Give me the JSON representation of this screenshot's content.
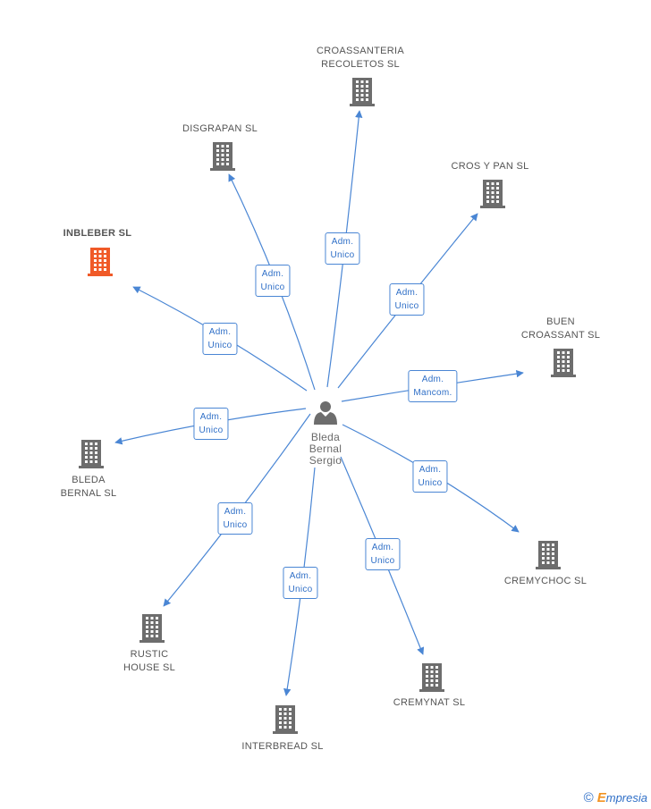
{
  "colors": {
    "edge": "#4a86d4",
    "building": "#6d6d6d",
    "highlight": "#f05a28",
    "person": "#6d6d6d"
  },
  "center": {
    "name_lines": [
      "Bleda",
      "Bernal",
      "Sergio"
    ],
    "icon": "person-icon"
  },
  "companies": [
    {
      "id": "croassanteria-recoletos",
      "label_lines": [
        "CROASSANTERIA",
        "RECOLETOS SL"
      ],
      "icon": "building-icon",
      "highlight": false,
      "relation": [
        "Adm.",
        "Unico"
      ]
    },
    {
      "id": "disgrapan",
      "label_lines": [
        "DISGRAPAN SL"
      ],
      "icon": "building-icon",
      "highlight": false,
      "relation": [
        "Adm.",
        "Unico"
      ]
    },
    {
      "id": "cros-y-pan",
      "label_lines": [
        "CROS Y PAN SL"
      ],
      "icon": "building-icon",
      "highlight": false,
      "relation": [
        "Adm.",
        "Unico"
      ]
    },
    {
      "id": "inbleber",
      "label_lines": [
        "INBLEBER SL"
      ],
      "icon": "building-icon",
      "highlight": true,
      "relation": [
        "Adm.",
        "Unico"
      ]
    },
    {
      "id": "buen-croassant",
      "label_lines": [
        "BUEN",
        "CROASSANT SL"
      ],
      "icon": "building-icon",
      "highlight": false,
      "relation": [
        "Adm.",
        "Mancom."
      ]
    },
    {
      "id": "bleda-bernal",
      "label_lines": [
        "BLEDA",
        "BERNAL SL"
      ],
      "icon": "building-icon",
      "highlight": false,
      "relation": [
        "Adm.",
        "Unico"
      ]
    },
    {
      "id": "cremychoc",
      "label_lines": [
        "CREMYCHOC SL"
      ],
      "icon": "building-icon",
      "highlight": false,
      "relation": [
        "Adm.",
        "Unico"
      ]
    },
    {
      "id": "rustic-house",
      "label_lines": [
        "RUSTIC",
        "HOUSE SL"
      ],
      "icon": "building-icon",
      "highlight": false,
      "relation": [
        "Adm.",
        "Unico"
      ]
    },
    {
      "id": "cremynat",
      "label_lines": [
        "CREMYNAT SL"
      ],
      "icon": "building-icon",
      "highlight": false,
      "relation": [
        "Adm.",
        "Unico"
      ]
    },
    {
      "id": "interbread",
      "label_lines": [
        "INTERBREAD SL"
      ],
      "icon": "building-icon",
      "highlight": false,
      "relation": [
        "Adm.",
        "Unico"
      ]
    }
  ],
  "footer": {
    "copyright_symbol": "©",
    "brand_initial": "E",
    "brand_rest": "mpresia"
  }
}
